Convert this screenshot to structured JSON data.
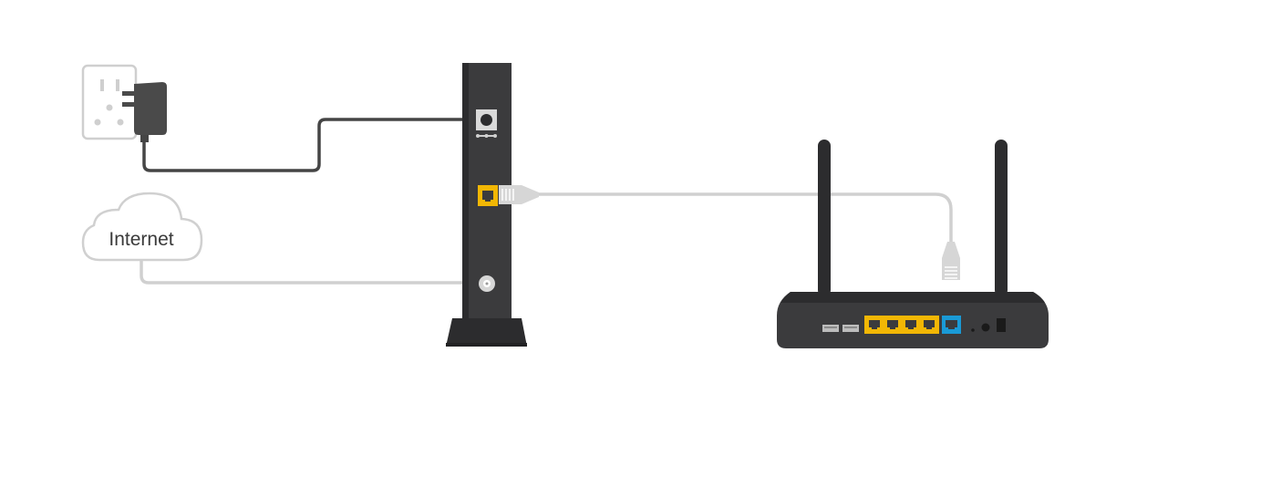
{
  "cloud": {
    "label": "Internet",
    "icon": "cloud-icon"
  },
  "devices": {
    "outlet": "wall-outlet-icon",
    "adapter": "power-adapter-icon",
    "modem": "cable-modem",
    "router": "wireless-router"
  },
  "router_ports": {
    "usb_count": 2,
    "lan_count": 4,
    "wan_count": 1
  },
  "colors": {
    "device_body": "#3b3b3d",
    "device_dark": "#2c2c2e",
    "lan_port": "#f2b705",
    "wan_port": "#1a9ad6",
    "light_cable": "#d0d0d0",
    "dark_cable": "#454545",
    "outline": "#cfcfcf"
  }
}
